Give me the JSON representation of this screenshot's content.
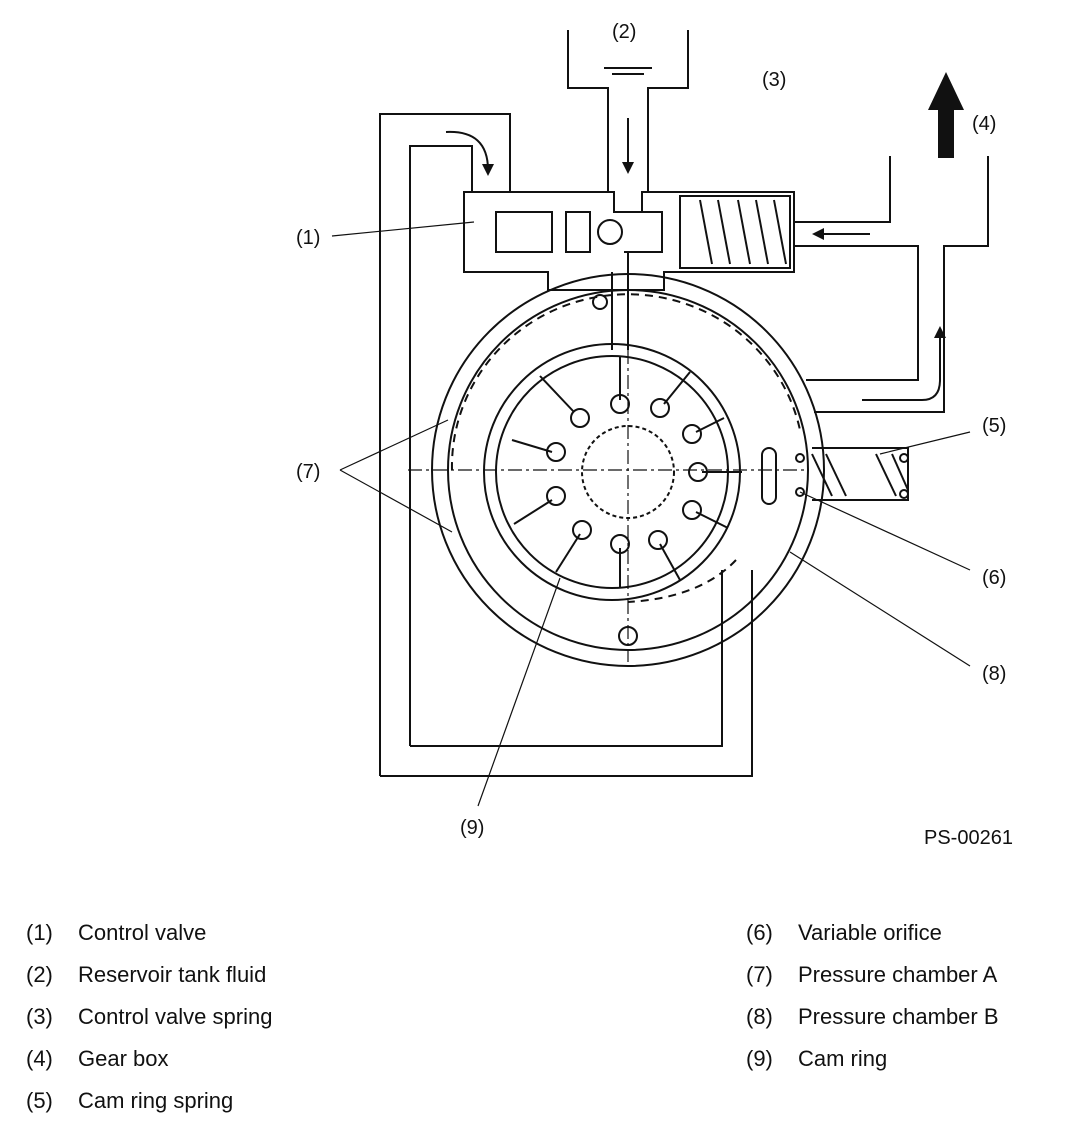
{
  "callouts": {
    "c1": "(1)",
    "c2": "(2)",
    "c3": "(3)",
    "c4": "(4)",
    "c5": "(5)",
    "c6": "(6)",
    "c7": "(7)",
    "c8": "(8)",
    "c9": "(9)"
  },
  "figure_id": "PS-00261",
  "legend": {
    "left": [
      {
        "num": "(1)",
        "label": "Control valve"
      },
      {
        "num": "(2)",
        "label": "Reservoir tank fluid"
      },
      {
        "num": "(3)",
        "label": "Control valve spring"
      },
      {
        "num": "(4)",
        "label": "Gear box"
      },
      {
        "num": "(5)",
        "label": "Cam ring spring"
      }
    ],
    "right": [
      {
        "num": "(6)",
        "label": "Variable orifice"
      },
      {
        "num": "(7)",
        "label": "Pressure chamber A"
      },
      {
        "num": "(8)",
        "label": "Pressure chamber B"
      },
      {
        "num": "(9)",
        "label": "Cam ring"
      }
    ]
  }
}
